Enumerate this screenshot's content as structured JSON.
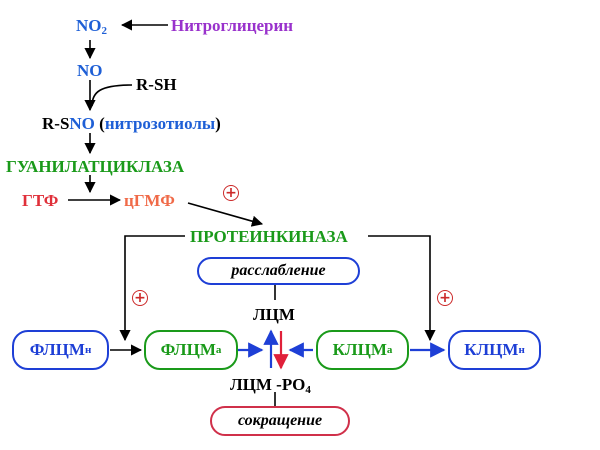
{
  "nodes": {
    "no2": {
      "main": "NO",
      "sub": "2"
    },
    "nitroglycerin": "Нитроглицерин",
    "no": "NO",
    "rsh": "R-SH",
    "rsno": {
      "prefix": "R-S",
      "accent": "NO",
      "open": " (",
      "name": "нитрозотиолы",
      "close": ")"
    },
    "guanylate_cyclase": "ГУАНИЛАТЦИКЛАЗА",
    "gtp": "ГТФ",
    "cgmp": "цГМФ",
    "protein_kinase": "ПРОТЕИНКИНАЗА",
    "relaxation": "расслабление",
    "lcm": "ЛЦМ",
    "lcm_po4": {
      "main": "ЛЦМ -РО",
      "sub": "4"
    },
    "contraction": "сокращение",
    "flcm_n": {
      "main": "ФЛЦМ",
      "sub": "н"
    },
    "flcm_a": {
      "main": "ФЛЦМ",
      "sub": "а"
    },
    "klcm_a": {
      "main": "КЛЦМ",
      "sub": "а"
    },
    "klcm_n": {
      "main": "КЛЦМ",
      "sub": "н"
    }
  },
  "plus_sign": "+",
  "colors": {
    "no_blue": "#1e5fd6",
    "nitroglycerin_purple": "#9932cc",
    "enzyme_green": "#1a9a1a",
    "gtp_red": "#e0303a",
    "cgmp_salmon": "#f06a48",
    "box_blue": "#1e3fd6",
    "box_green": "#1a9a1a",
    "box_red": "#d0304a",
    "dephospho_red": "#e0203a"
  }
}
